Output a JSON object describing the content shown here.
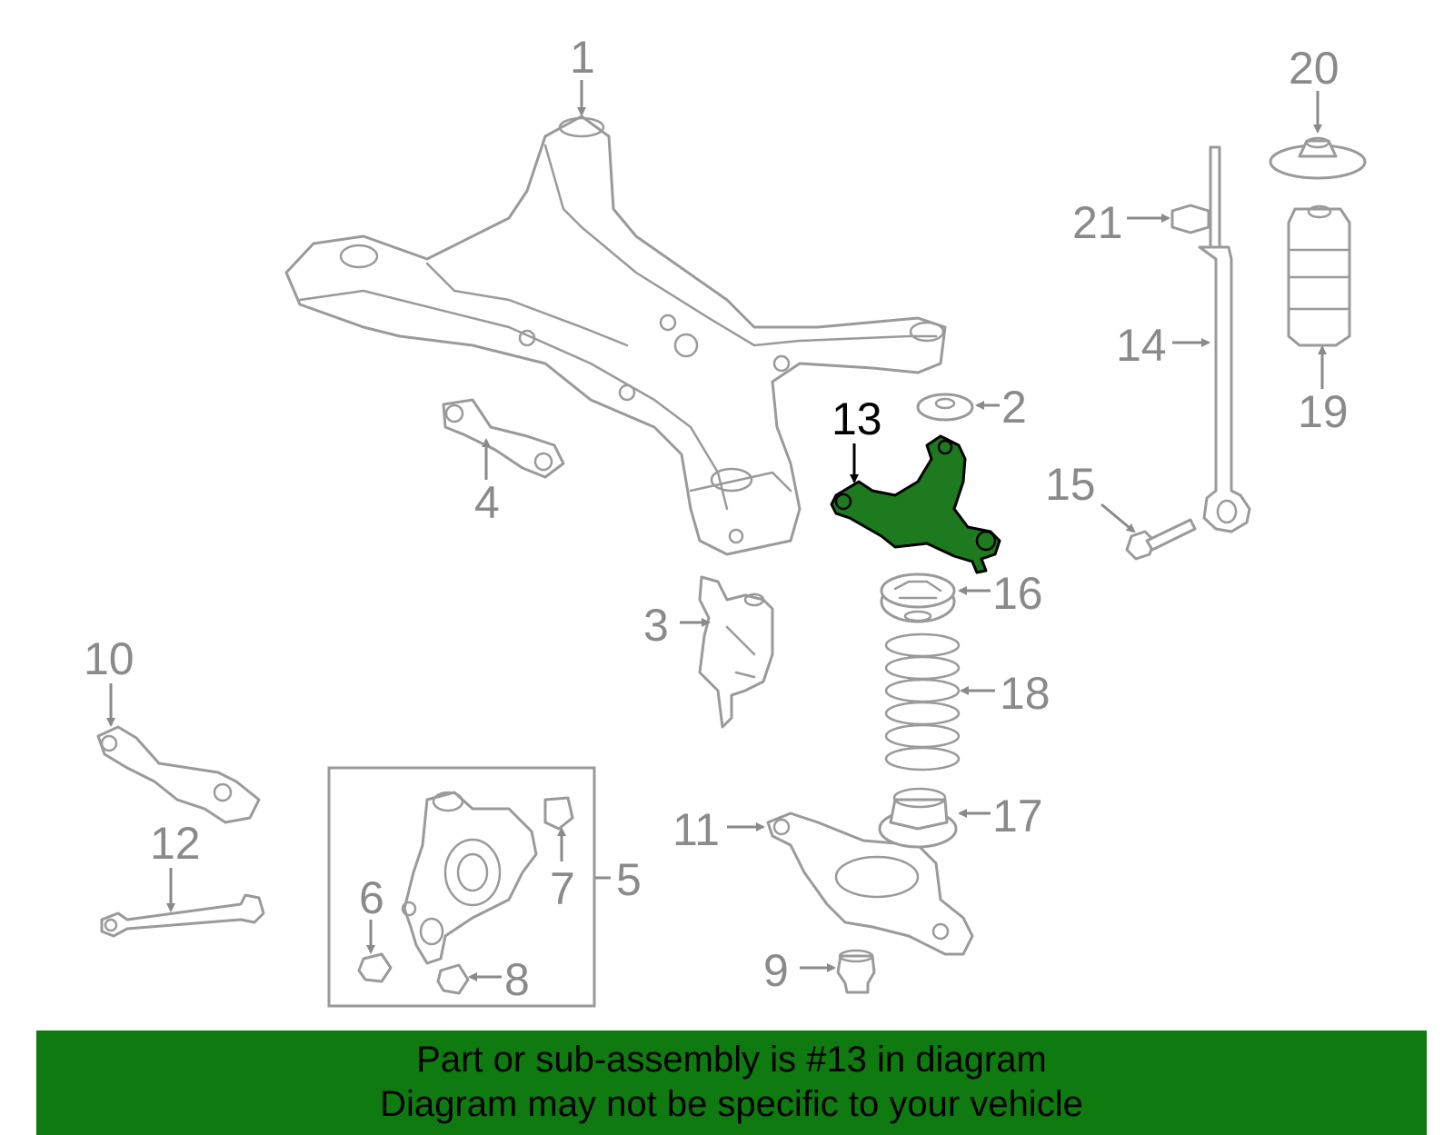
{
  "diagram": {
    "callouts": [
      "1",
      "2",
      "3",
      "4",
      "5",
      "6",
      "7",
      "8",
      "9",
      "10",
      "11",
      "12",
      "13",
      "14",
      "15",
      "16",
      "17",
      "18",
      "19",
      "20",
      "21"
    ],
    "highlighted_part": "13",
    "highlight_color": "#1e7a1e",
    "line_color": "#9a9a9a"
  },
  "banner": {
    "line1": "Part or sub-assembly is #13 in diagram",
    "line2": "Diagram may not be specific to your vehicle",
    "background": "#0f7a0f"
  }
}
